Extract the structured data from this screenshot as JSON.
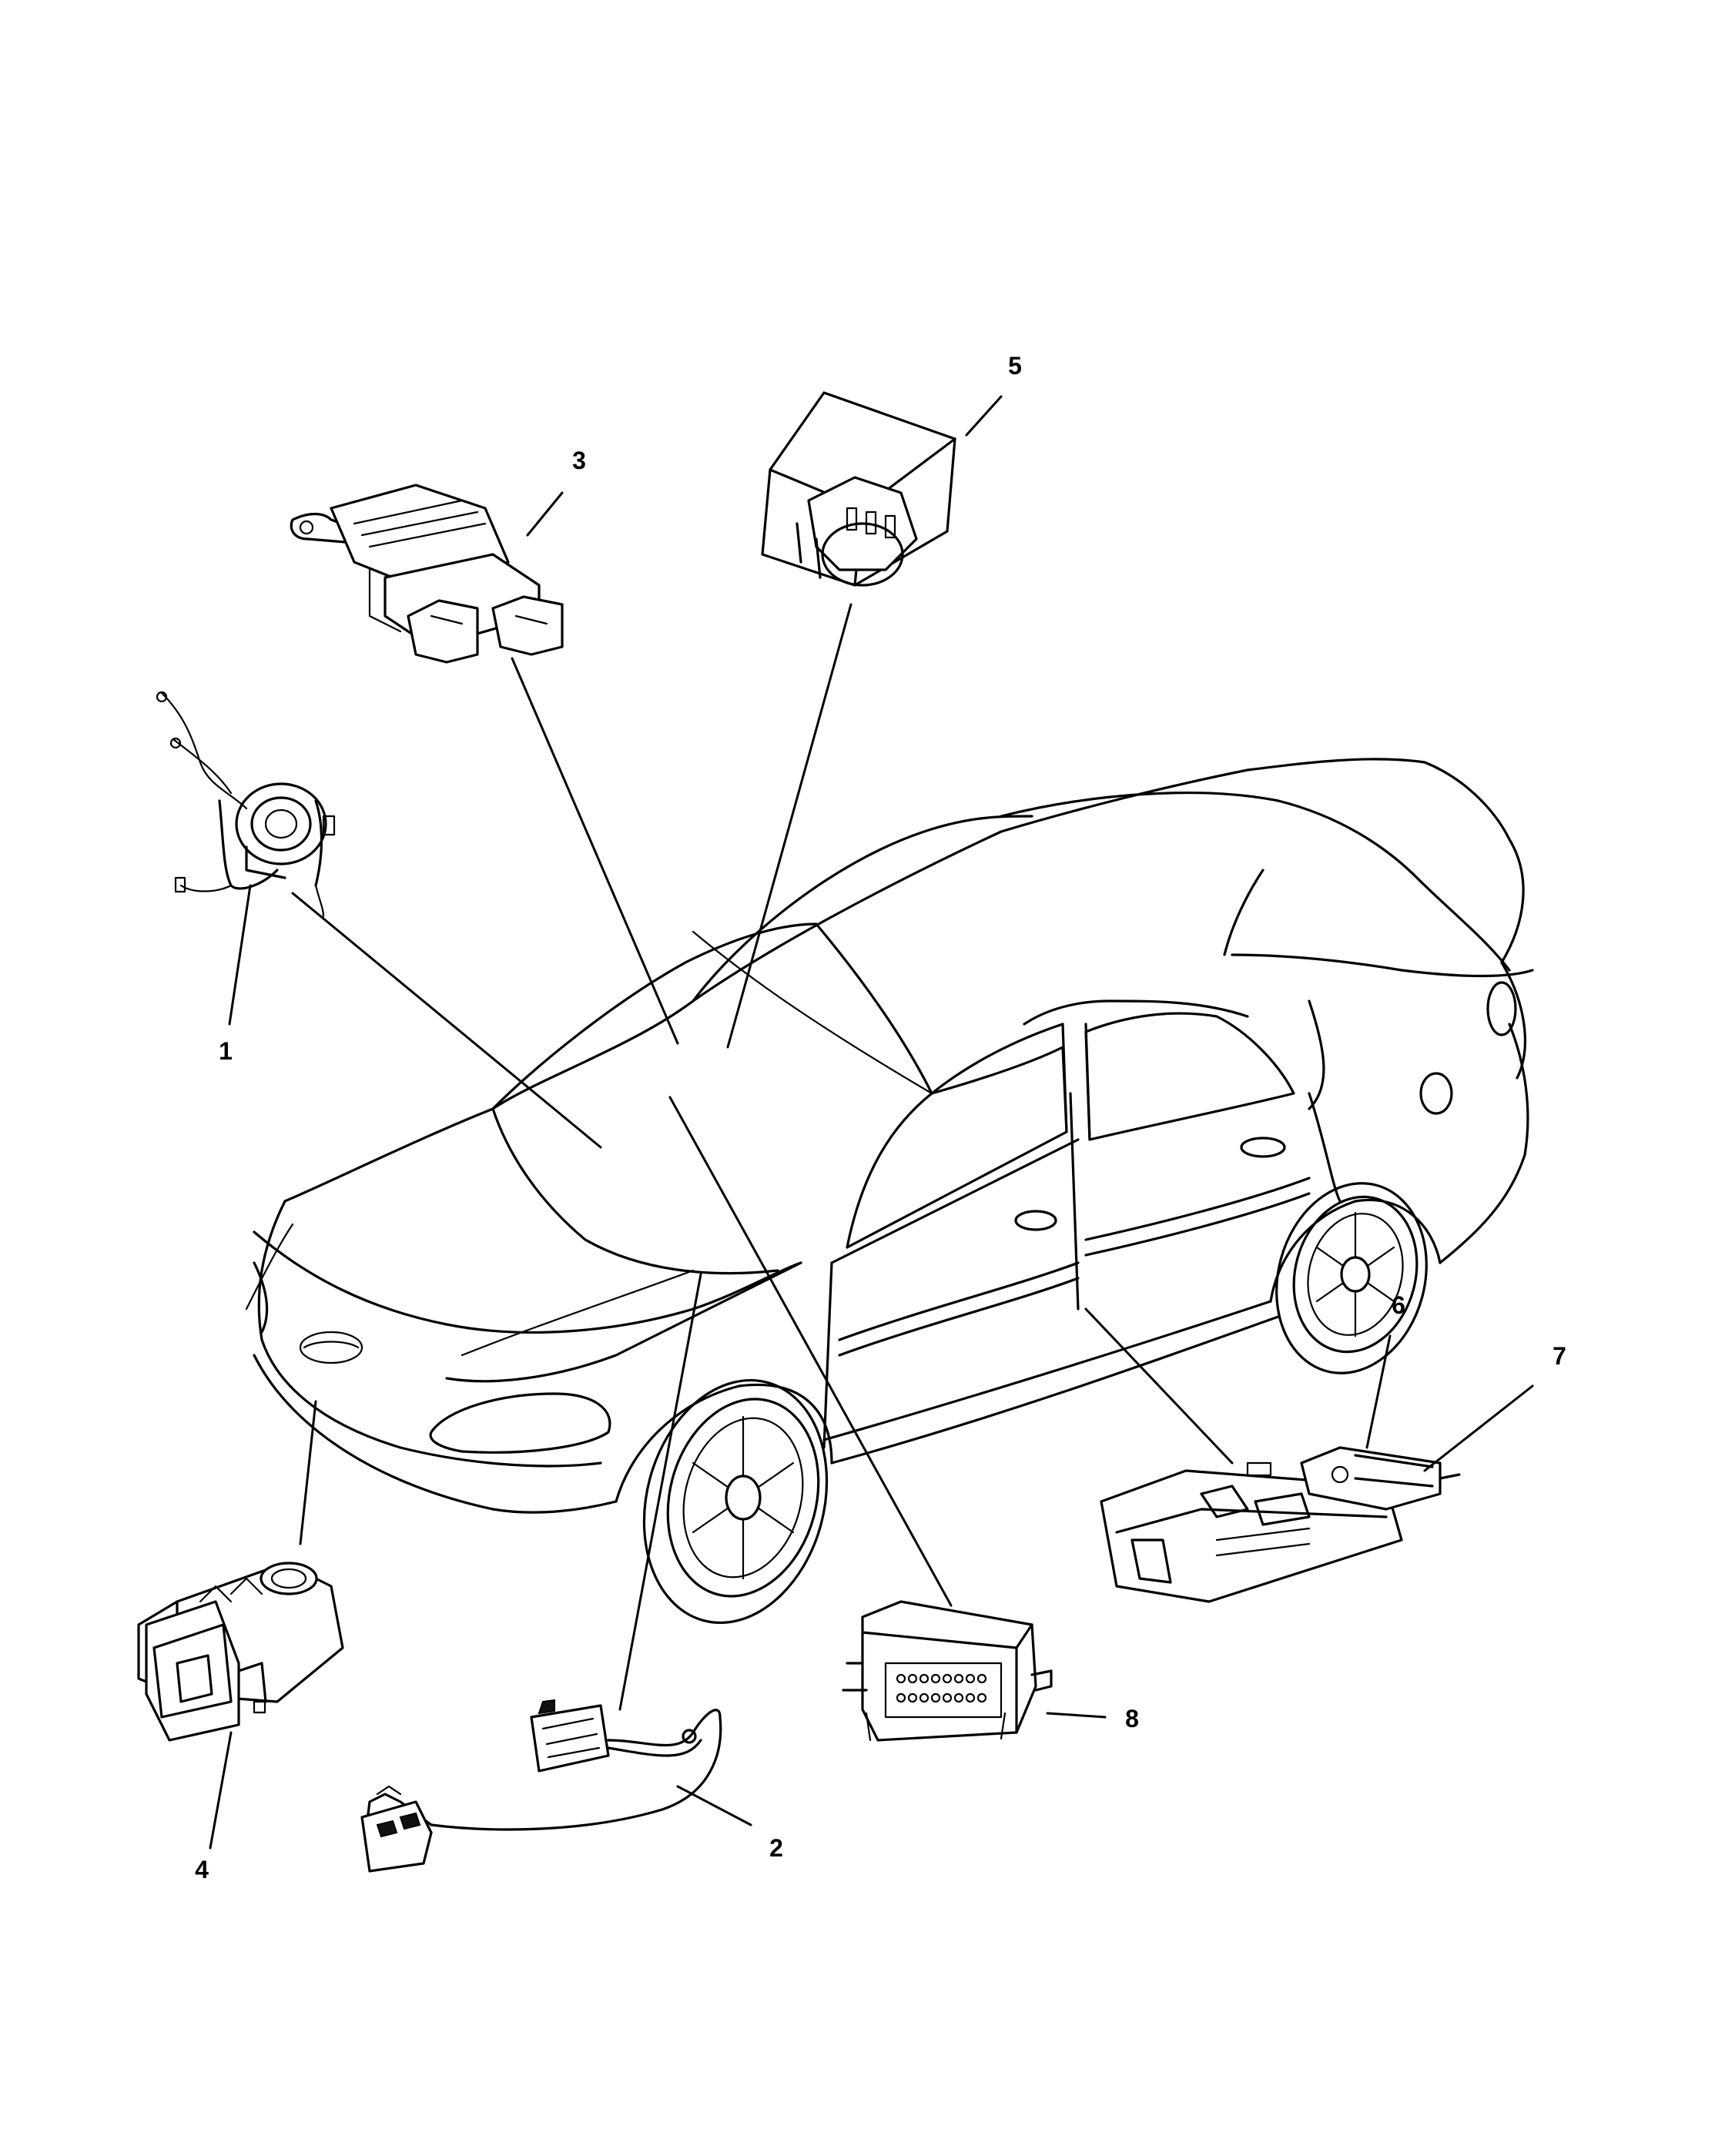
{
  "callouts": [
    {
      "id": "1",
      "label": "1"
    },
    {
      "id": "2",
      "label": "2"
    },
    {
      "id": "3",
      "label": "3"
    },
    {
      "id": "4",
      "label": "4"
    },
    {
      "id": "5",
      "label": "5"
    },
    {
      "id": "6",
      "label": "6"
    },
    {
      "id": "7",
      "label": "7"
    },
    {
      "id": "8",
      "label": "8"
    }
  ],
  "colors": {
    "line": "#000000",
    "background": "#ffffff"
  },
  "parts": [
    "clockspring",
    "harness",
    "module-3",
    "impact-sensor",
    "module-5",
    "seat-track-sensor",
    "seat-track-bracket",
    "occupant-restraint-controller"
  ]
}
